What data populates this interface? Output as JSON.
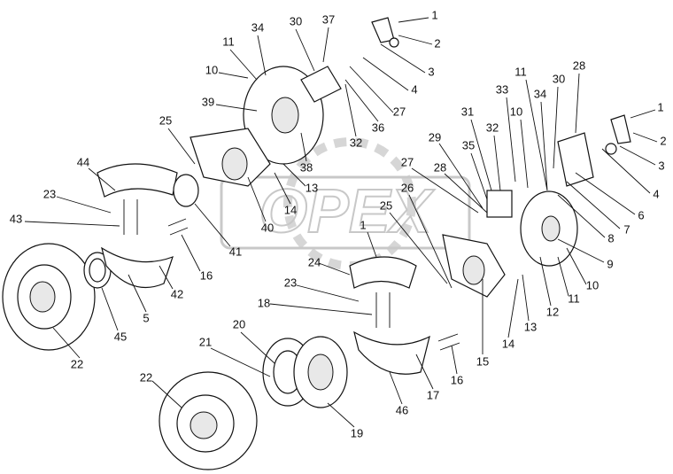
{
  "watermark": "OPEX",
  "labels": [
    "1",
    "2",
    "3",
    "4",
    "27",
    "30",
    "37",
    "34",
    "11",
    "10",
    "39",
    "36",
    "32",
    "38",
    "25",
    "13",
    "14",
    "40",
    "41",
    "44",
    "23",
    "43",
    "16",
    "42",
    "5",
    "45",
    "22",
    "11",
    "30",
    "28",
    "33",
    "34",
    "10",
    "31",
    "32",
    "29",
    "35",
    "27",
    "28",
    "26",
    "25",
    "1",
    "24",
    "23",
    "18",
    "1",
    "2",
    "3",
    "4",
    "6",
    "7",
    "8",
    "9",
    "10",
    "11",
    "12",
    "13",
    "14",
    "15",
    "16",
    "17",
    "46",
    "19",
    "20",
    "21",
    "22"
  ]
}
